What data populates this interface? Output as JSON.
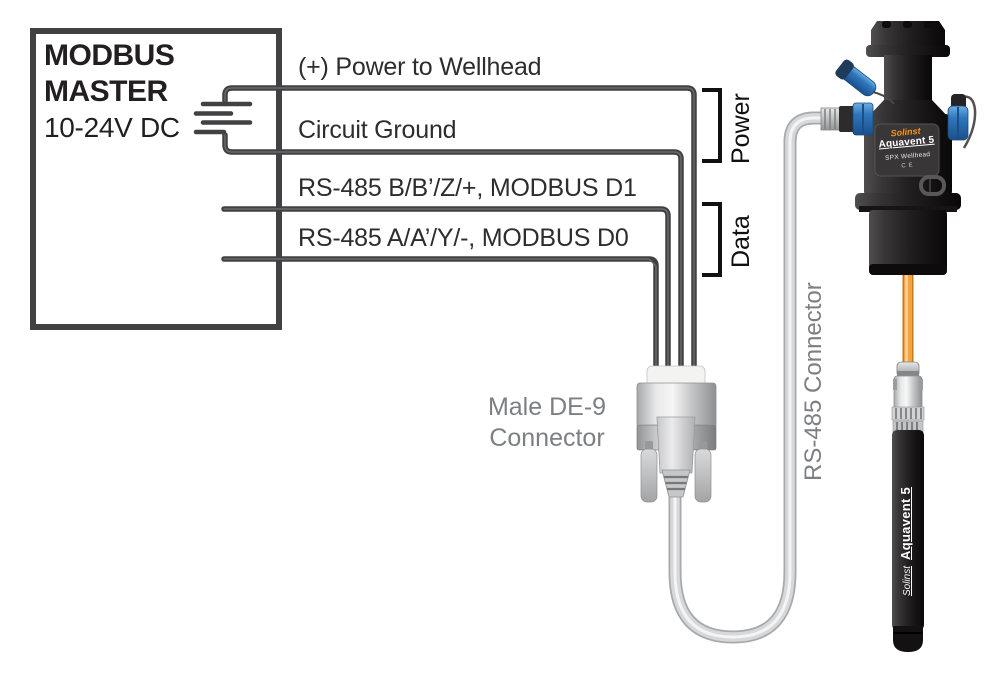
{
  "diagram": {
    "modbus_box": {
      "title_line1": "MODBUS",
      "title_line2": "MASTER",
      "subtitle": "10-24V DC"
    },
    "wires": [
      {
        "name": "power-positive",
        "label": "(+) Power to Wellhead"
      },
      {
        "name": "circuit-ground",
        "label": "Circuit Ground"
      },
      {
        "name": "rs485-b",
        "label": "RS-485 B/B’/Z/+, MODBUS D1"
      },
      {
        "name": "rs485-a",
        "label": "RS-485 A/A’/Y/-, MODBUS D0"
      }
    ],
    "groups": {
      "power": "Power",
      "data": "Data"
    },
    "de9_label_line1": "Male DE-9",
    "de9_label_line2": "Connector",
    "rs485_connector_label": "RS-485 Connector",
    "wellhead": {
      "brand": "Solinst",
      "product": "Aquavent 5",
      "model": "SPX Wellhead",
      "marks": "CE"
    },
    "probe": {
      "brand": "Solinst",
      "product": "Aquavent 5"
    },
    "icons": {
      "battery": "battery-symbol",
      "power_bracket": "power-group-bracket",
      "data_bracket": "data-group-bracket"
    },
    "colors": {
      "wire": "#414042",
      "bracket": "#111111",
      "label_gray": "#7d7f82",
      "text_dark": "#231f20",
      "cable_gray": "#d1d3d4",
      "cable_orange": "#f5a33c",
      "device_black": "#242122",
      "fitting_blue": "#2f77bd",
      "brand_orange": "#f7941d"
    }
  }
}
